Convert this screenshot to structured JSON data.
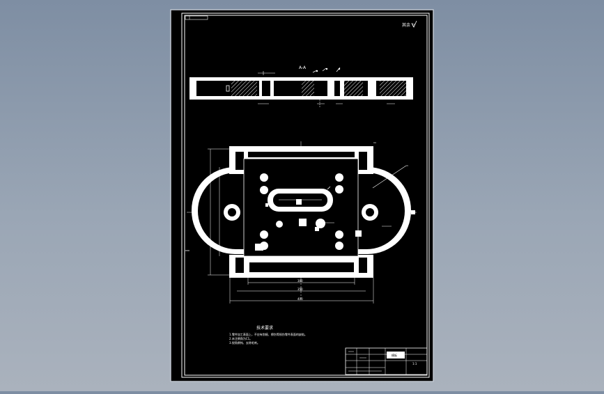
{
  "viewer": {
    "background_top": "#7e8ea3",
    "background_bottom": "#aab2bd"
  },
  "drawing": {
    "paper_color": "#000000",
    "line_color": "#ffffff",
    "section_label": "A-A",
    "corner_mark": "其余 ▽",
    "tech_requirements_title": "技术要求",
    "tech_requirements": [
      "1.零件加工表面上，不应有划痕、擦伤等损伤零件表面的缺陷。",
      "2.未注倒角为C1。",
      "3.锐角倒钝、去除毛刺。"
    ],
    "dims": {
      "overall_width": "350",
      "inner_width": "300",
      "bottom_width": "400"
    },
    "title_block": {
      "part_name": "模板",
      "drawing_no": "1:1"
    }
  }
}
